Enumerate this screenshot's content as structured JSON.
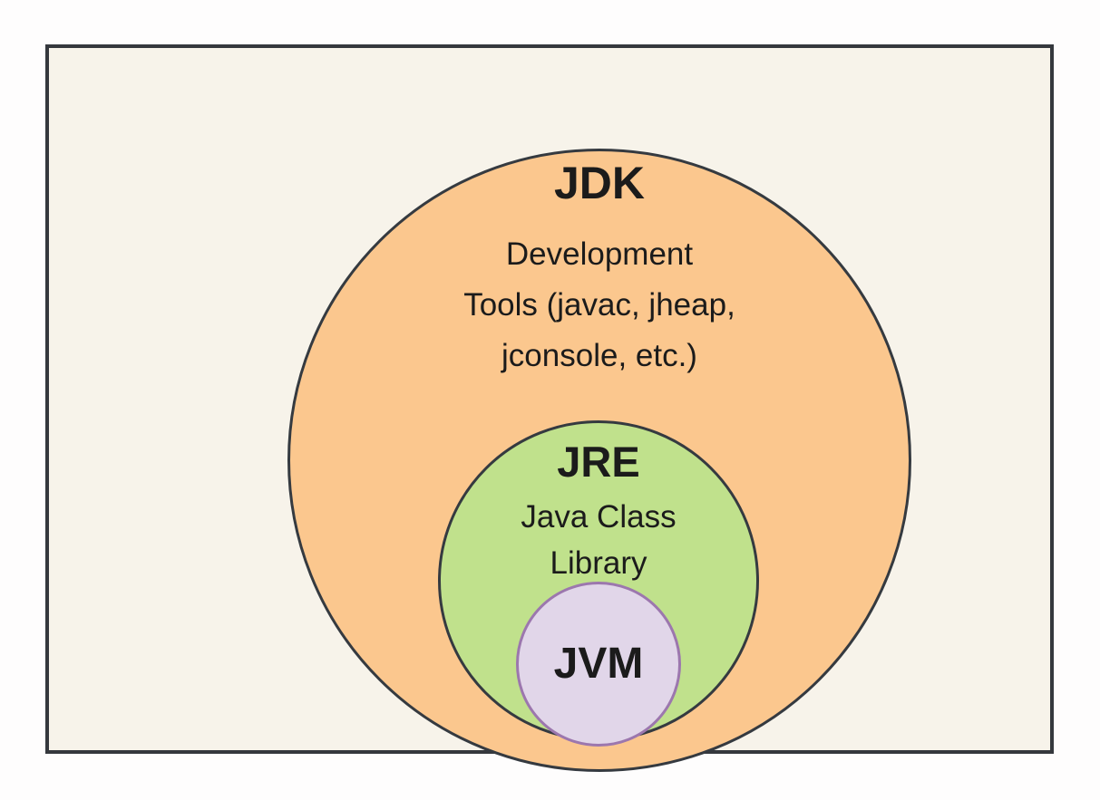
{
  "colors": {
    "page-bg": "#fefdfd",
    "frame-bg": "#f7f3ea",
    "frame-border": "#35383d",
    "jdk-fill": "#fbc78e",
    "jdk-stroke": "#353a40",
    "jre-fill": "#c0e18c",
    "jre-stroke": "#353a40",
    "jvm-fill": "#e1d6e9",
    "jvm-stroke": "#9c77ae",
    "text": "#1b1b1b"
  },
  "diagram": {
    "jdk": {
      "label": "JDK",
      "lines": [
        "Development",
        "Tools (javac, jheap,",
        "jconsole, etc.)"
      ]
    },
    "jre": {
      "label": "JRE",
      "lines": [
        "Java Class",
        "Library"
      ]
    },
    "jvm": {
      "label": "JVM"
    }
  }
}
